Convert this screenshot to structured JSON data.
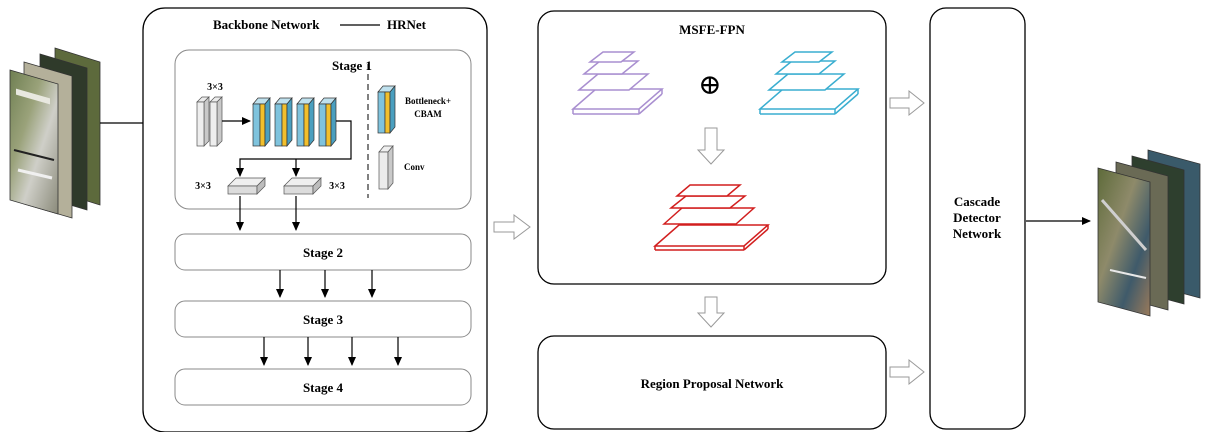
{
  "backbone": {
    "title": "Backbone Network",
    "subtitle": "HRNet",
    "stage1": {
      "title": "Stage 1",
      "conv_label": "3×3",
      "down_left_label": "3×3",
      "down_right_label": "3×3",
      "legend_bottleneck": "Bottleneck+",
      "legend_cbam": "CBAM",
      "legend_conv": "Conv"
    },
    "stage2": "Stage 2",
    "stage3": "Stage 3",
    "stage4": "Stage 4"
  },
  "neck": {
    "title": "MSFE-FPN",
    "rpn": "Region Proposal Network"
  },
  "head": {
    "line1": "Cascade",
    "line2": "Detector",
    "line3": "Network"
  },
  "colors": {
    "purple": "#a98fd0",
    "cyan": "#3aaed0",
    "red": "#d21f1f",
    "yellow": "#f2bf2c",
    "blue": "#7fc3dd",
    "gray": "#d4d4d4"
  },
  "icons": {
    "fusion": "circled-plus-icon",
    "input": "input-image-stack-icon",
    "output": "output-image-stack-icon"
  }
}
